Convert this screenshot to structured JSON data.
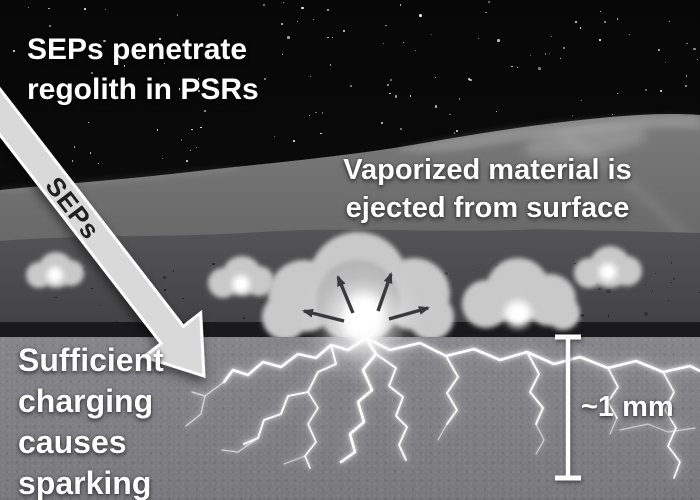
{
  "labels": {
    "sep_caption": {
      "line1": "SEPs penetrate",
      "line2": "regolith in PSRs"
    },
    "arrow_label": "SEPs",
    "vapor_caption": {
      "line1": "Vaporized material is",
      "line2": "ejected from surface"
    },
    "charging_caption": {
      "line1": "Sufficient",
      "line2": "charging",
      "line3": "causes",
      "line4": "sparking"
    },
    "scale_label": "~1 mm"
  },
  "colors": {
    "sky": "#070707",
    "star": "#ffffff",
    "hill-top": "#7b7b7b",
    "hill-bottom": "#595959",
    "ground-top": "#545456",
    "ground-bottom": "#3e3e40",
    "band": "#1a1a1c",
    "subsurface-top": "#86868a",
    "subsurface-bottom": "#7a7a7e",
    "arrow-fill": "#d9d9d9",
    "arrow-outline": "#ffffff",
    "arrow-label": "#1f1f1f",
    "cloud": "#c9c9c9",
    "lightning": "#ffffff",
    "ejecta-arrow": "#3a3a3e",
    "caption": "#ffffff"
  }
}
